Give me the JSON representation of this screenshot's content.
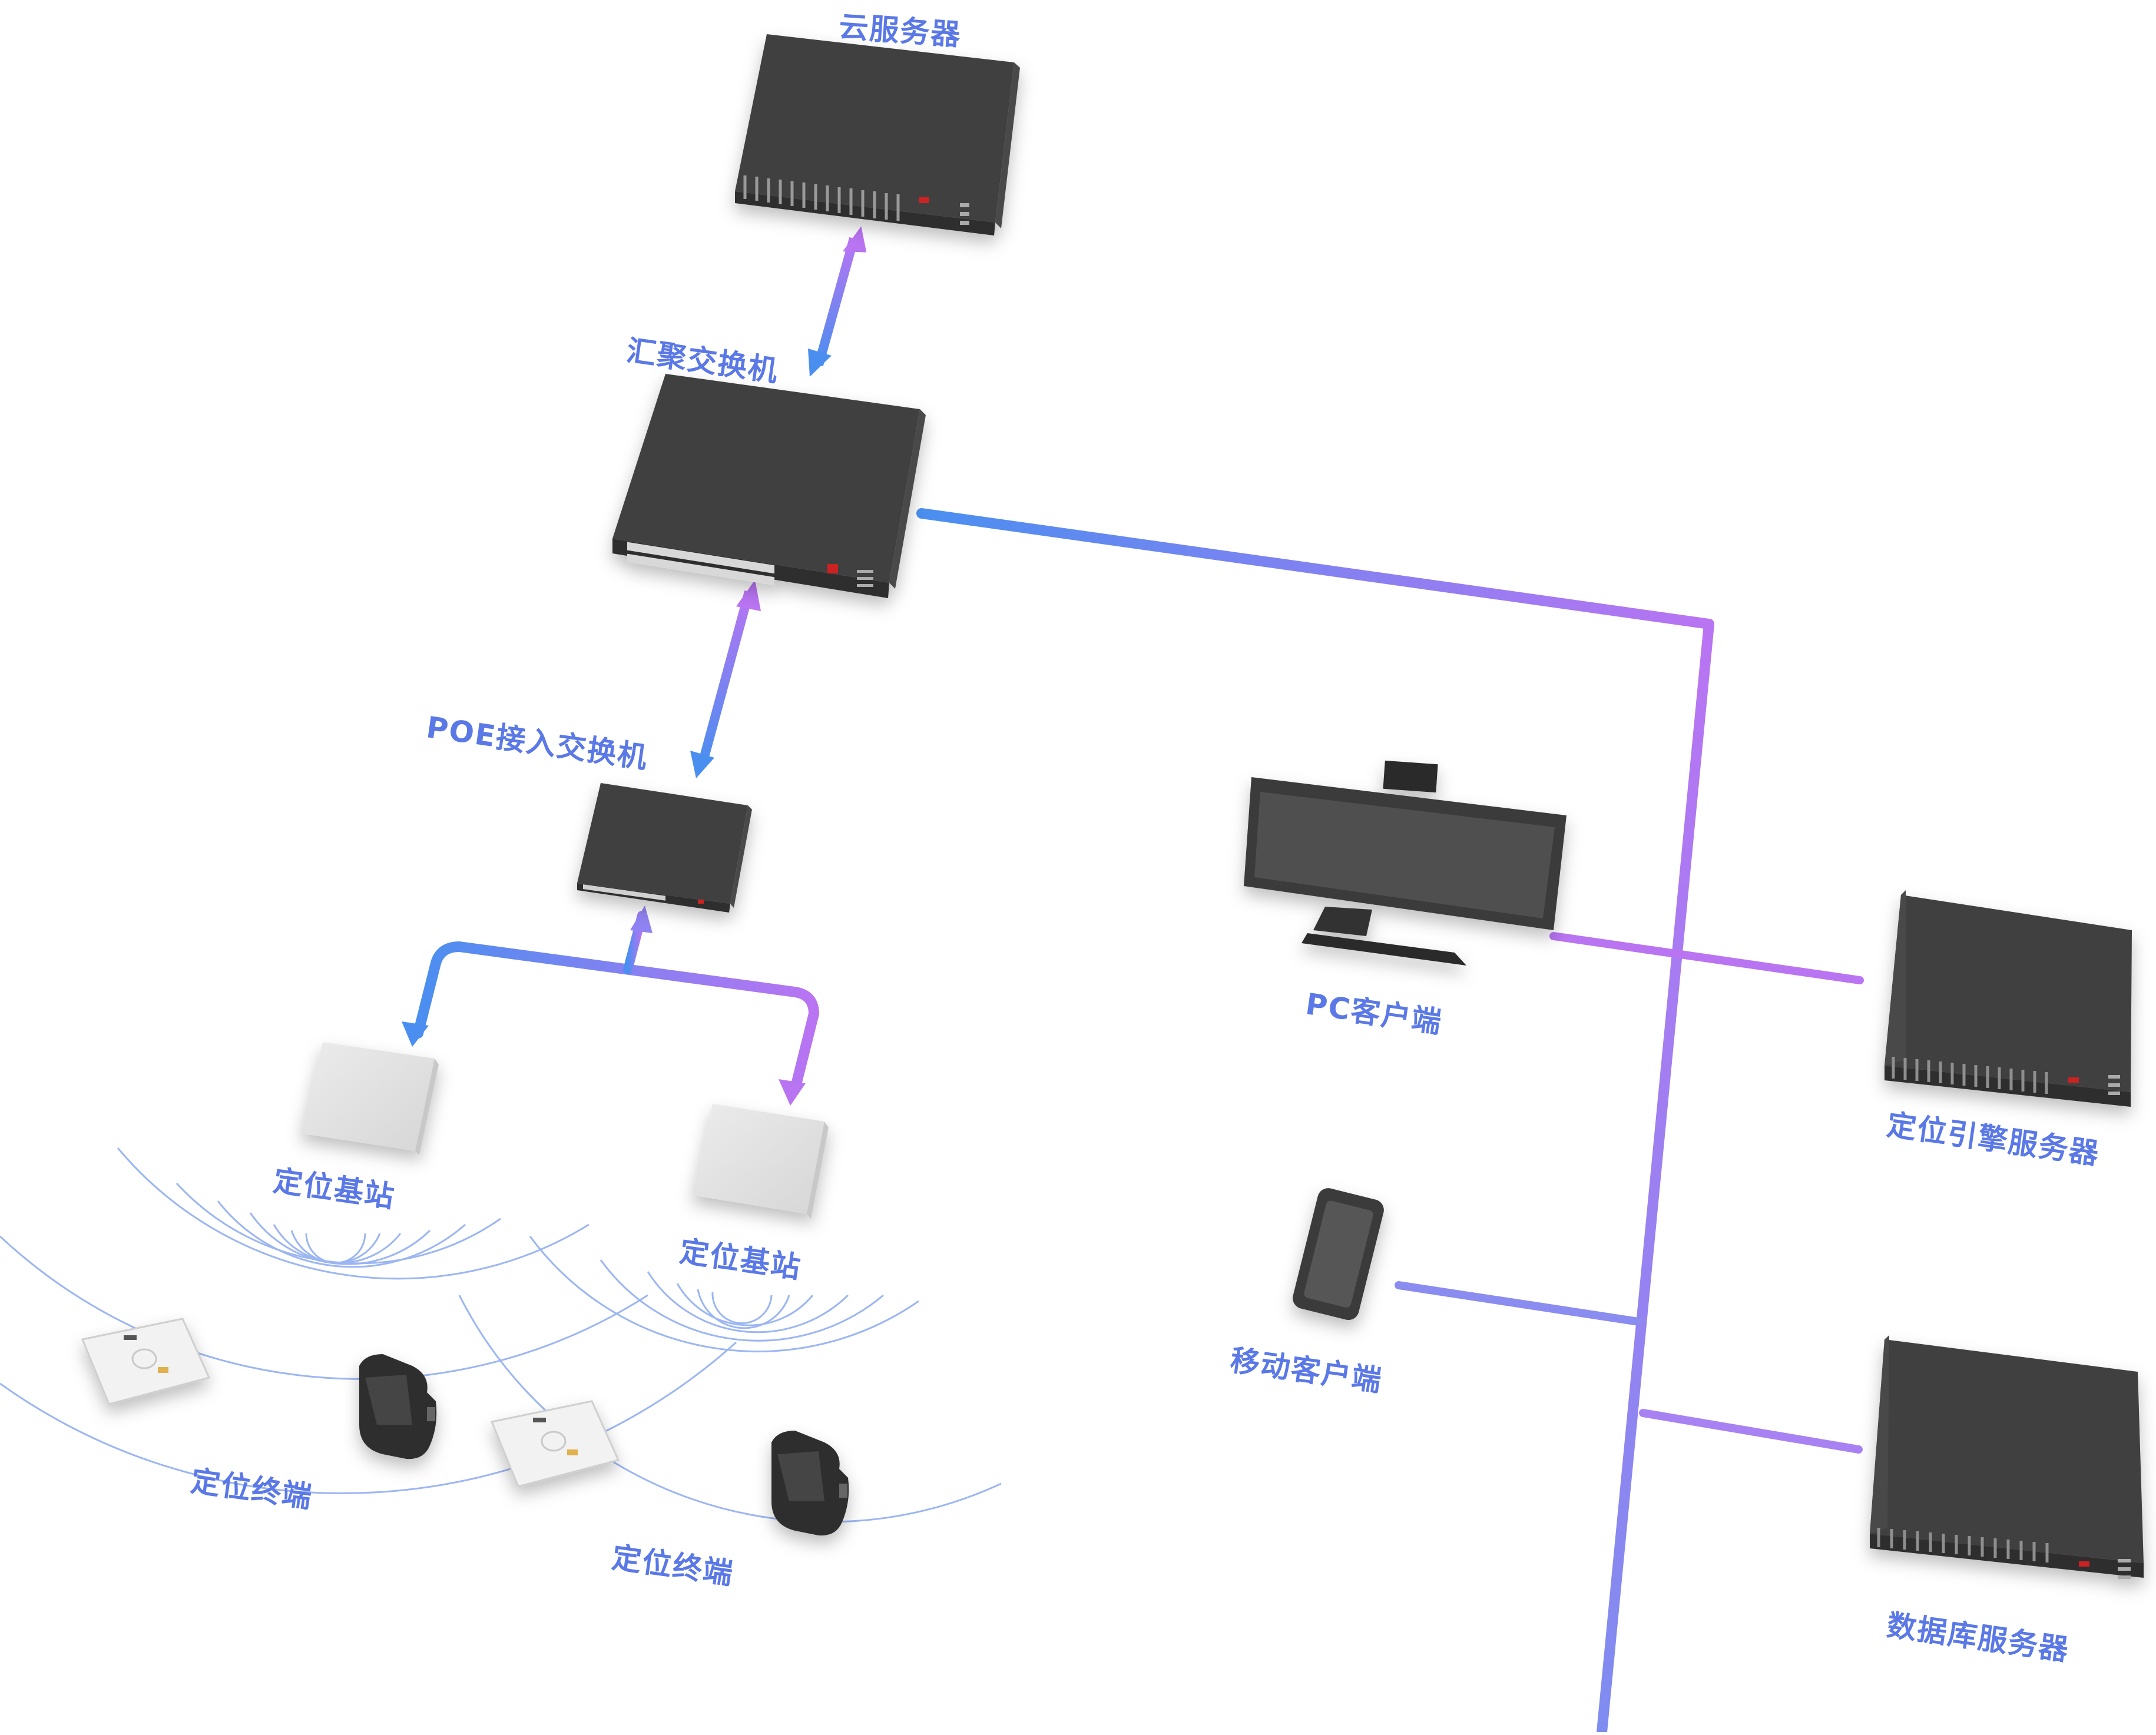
{
  "labels": {
    "cloud_server": "云服务器",
    "aggregation_switch": "汇聚交换机",
    "poe_switch": "POE接入交换机",
    "base_station_1": "定位基站",
    "base_station_2": "定位基站",
    "terminal_1": "定位终端",
    "terminal_2": "定位终端",
    "pc_client": "PC客户端",
    "mobile_client": "移动客户端",
    "positioning_engine_server": "定位引擎服务器",
    "database_server": "数据库服务器"
  },
  "colors": {
    "label": "#5a78e6",
    "link_blue": "#4a8ff0",
    "link_purple": "#b974f2",
    "device_dark": "#3d3d3d",
    "device_light": "#e4e4e4",
    "signal_ring": "#9cb6f2"
  },
  "icons": [
    "server-icon",
    "switch-icon",
    "monitor-icon",
    "phone-icon",
    "base-station-icon",
    "tag-card-icon",
    "wristband-icon",
    "signal-icon"
  ]
}
